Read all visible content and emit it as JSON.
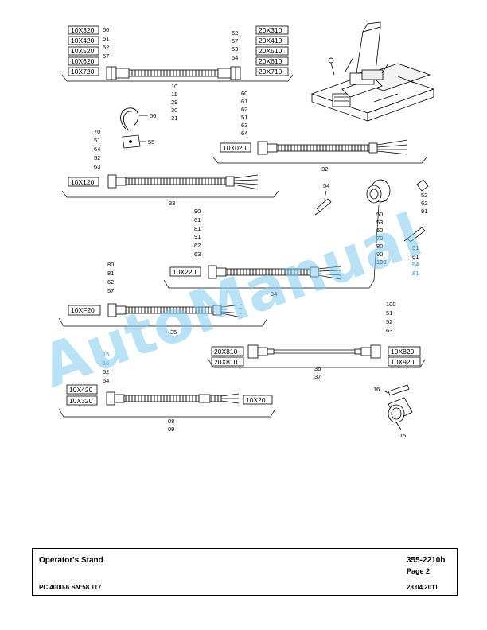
{
  "colors": {
    "watermark": "#7fcbf0",
    "highlight": "#1f8fd0",
    "line": "#000000"
  },
  "watermark": "AutoManual",
  "callouts": {
    "a1": [
      "50",
      "51",
      "52",
      "57"
    ],
    "a2": [
      "52",
      "57",
      "53",
      "54"
    ],
    "a3": [
      "10",
      "11",
      "29",
      "30",
      "31"
    ],
    "b1": [
      "60",
      "61",
      "62",
      "51",
      "63",
      "64"
    ],
    "c1": [
      "70",
      "51",
      "64",
      "52",
      "63"
    ],
    "d1": [
      "90",
      "61",
      "81",
      "91",
      "62",
      "63"
    ],
    "e1": [
      "80",
      "81",
      "62",
      "57"
    ],
    "f1": [
      "50",
      "53",
      "60",
      "70",
      "80",
      "90",
      "100"
    ],
    "f2": [
      "52",
      "62",
      "91"
    ],
    "f3": [
      "51",
      "61",
      "64",
      "81"
    ],
    "g1": [
      "100",
      "51",
      "52",
      "63"
    ],
    "h1": [
      "15",
      "16",
      "52",
      "54"
    ],
    "j1": [
      "36",
      "37"
    ],
    "k1": [
      "08",
      "09"
    ],
    "n54": "54",
    "n56": "56",
    "n55": "55",
    "n32": "32",
    "n33": "33",
    "n34": "34",
    "n35": "35",
    "n16": "16",
    "n15": "15"
  },
  "boxes": {
    "left1": [
      "10X320",
      "10X420",
      "10X520",
      "10X620",
      "10X720"
    ],
    "right1": [
      "20X310",
      "20X410",
      "20X510",
      "20X610",
      "20X710"
    ],
    "x020": "10X020",
    "x120": "10X120",
    "x220": "10X220",
    "xf20": "10XF20",
    "x810a": "20X810",
    "x810b": "20X810",
    "x820": "10X820",
    "x920": "10X920",
    "x420": "10X420",
    "x320": "10X320",
    "x20": "10X20"
  },
  "title_block": {
    "title": "Operator's Stand",
    "doc_number": "355-2210b",
    "page": "Page 2",
    "model": "PC 4000-6 SN:58 117",
    "date": "28.04.2011"
  }
}
